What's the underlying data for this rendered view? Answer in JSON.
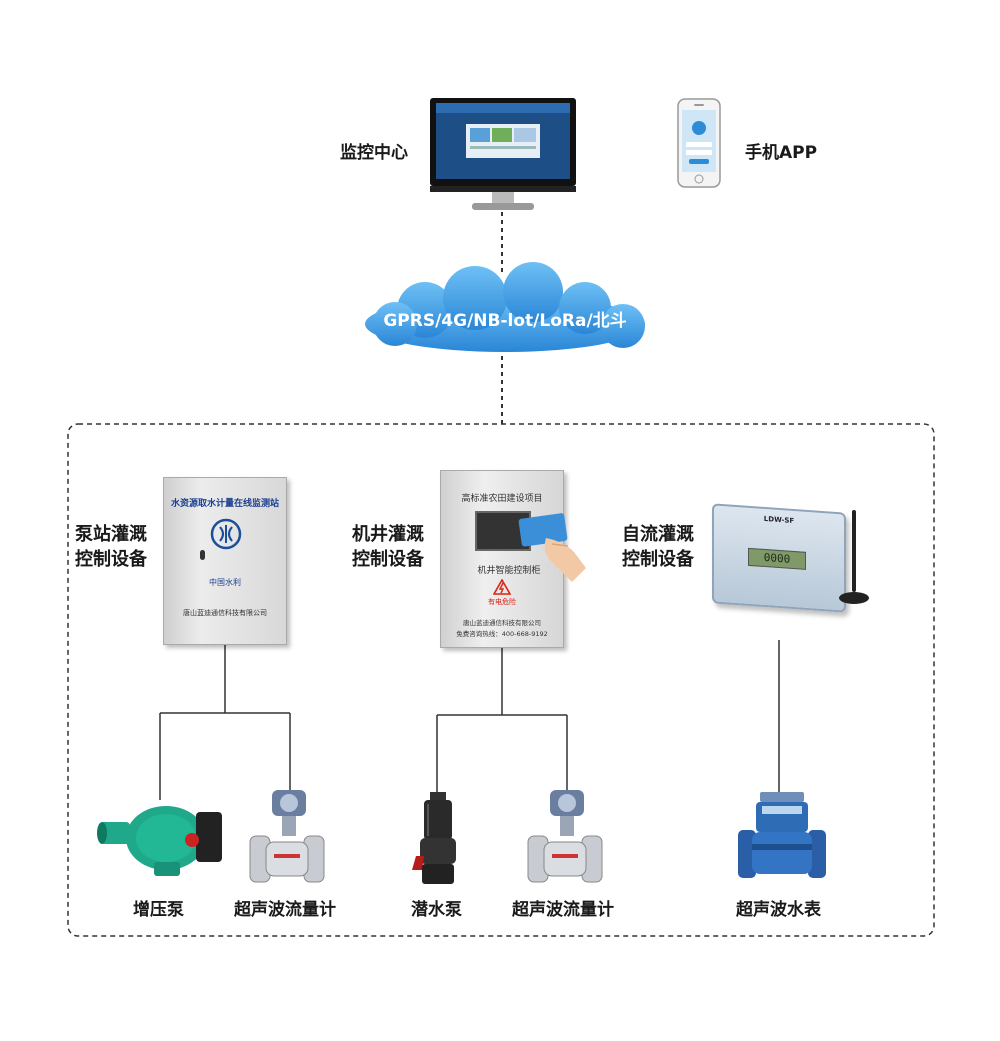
{
  "top": {
    "monitor_label": "监控中心",
    "phone_label": "手机APP"
  },
  "cloud": {
    "label": "GPRS/4G/NB-lot/LoRa/北斗"
  },
  "systems": {
    "pump_station": {
      "label": "泵站灌溉\n控制设备",
      "box_title": "水资源取水计量在线监测站",
      "box_sub": "中国水利",
      "box_company": "唐山蓝迪通信科技有限公司"
    },
    "well": {
      "label": "机井灌溉\n控制设备",
      "box_title": "高标准农田建设项目",
      "box_sub": "机井智能控制柜",
      "box_warning": "有电危险",
      "box_company": "唐山蓝迪通信科技有限公司",
      "box_hotline": "免费咨询热线：400-668-9192"
    },
    "gravity": {
      "label": "自流灌溉\n控制设备",
      "device_model": "LDW-SF",
      "device_display": "0000"
    }
  },
  "devices": {
    "booster_pump": "增压泵",
    "flowmeter_1": "超声波流量计",
    "submersible_pump": "潜水泵",
    "flowmeter_2": "超声波流量计",
    "water_meter": "超声波水表"
  },
  "colors": {
    "cloud": "#3a9be3",
    "line": "#333333",
    "box_gray": "#dcdcdc",
    "pump_green": "#1fa98a",
    "meter_blue": "#2a5fa8"
  }
}
